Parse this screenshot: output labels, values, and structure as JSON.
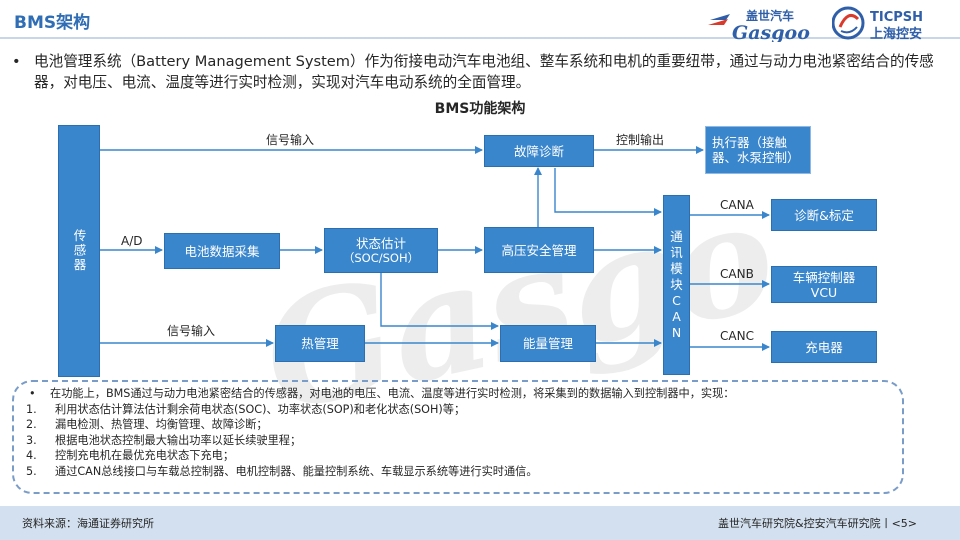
{
  "header": {
    "title": "BMS架构",
    "logo_gasgoo_cn": "盖世汽车",
    "logo_gasgoo_en": "Gasgoo",
    "logo_ticpsh_en": "TICPSH",
    "logo_ticpsh_cn": "上海控安"
  },
  "intro": {
    "bullet": "•",
    "text": "电池管理系统（Battery Management System）作为衔接电动汽车电池组、整车系统和电机的重要纽带，通过与动力电池紧密结合的传感器，对电压、电流、温度等进行实时检测，实现对汽车电动系统的全面管理。"
  },
  "diagram": {
    "title": "BMS功能架构",
    "watermark": "Gasgoo",
    "nodes": {
      "sensor": "传感器",
      "collect": "电池数据采集",
      "state": "状态估计",
      "state_sub": "（SOC/SOH）",
      "hv": "高压安全管理",
      "fault": "故障诊断",
      "actuator": "执行器（接触器、水泵控制）",
      "thermal": "热管理",
      "energy": "能量管理",
      "can_module": "通讯模块CAN",
      "diag": "诊断&标定",
      "vcu": "车辆控制器",
      "vcu_sub": "VCU",
      "charger": "充电器"
    },
    "edge_labels": {
      "signal_in_top": "信号输入",
      "ad": "A/D",
      "signal_in_bottom": "信号输入",
      "control_out": "控制输出",
      "cana": "CANA",
      "canb": "CANB",
      "canc": "CANC"
    }
  },
  "notes": {
    "intro_bullet": "•",
    "intro": "在功能上，BMS通过与动力电池紧密结合的传感器，对电池的电压、电流、温度等进行实时检测，将采集到的数据输入到控制器中，实现：",
    "items": [
      {
        "num": "1.",
        "text": "利用状态估计算法估计剩余荷电状态(SOC)、功率状态(SOP)和老化状态(SOH)等；"
      },
      {
        "num": "2.",
        "text": "漏电检测、热管理、均衡管理、故障诊断；"
      },
      {
        "num": "3.",
        "text": "根据电池状态控制最大输出功率以延长续驶里程；"
      },
      {
        "num": "4.",
        "text": "控制充电机在最优充电状态下充电；"
      },
      {
        "num": "5.",
        "text": "通过CAN总线接口与车载总控制器、电机控制器、能量控制系统、车载显示系统等进行实时通信。"
      }
    ]
  },
  "footer": {
    "source": "资料来源：海通证券研究所",
    "org": "盖世汽车研究院&控安汽车研究院丨<5>"
  },
  "colors": {
    "box": "#3a86cc",
    "line": "#3a86cc",
    "title": "#2f6db5",
    "footer_bg": "#d3e0ef"
  }
}
